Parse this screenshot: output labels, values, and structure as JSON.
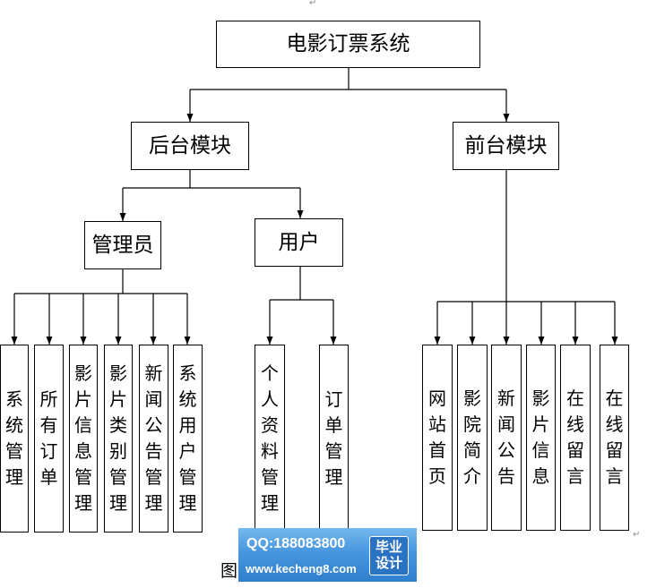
{
  "diagram": {
    "root": {
      "label": "电影订票系统"
    },
    "backend": {
      "label": "后台模块",
      "admin": {
        "label": "管理员",
        "items": [
          "系统管理",
          "所有订单",
          "影片信息管理",
          "影片类别管理",
          "新闻公告管理",
          "系统用户管理"
        ]
      },
      "user": {
        "label": "用户",
        "items": [
          "个人资料管理",
          "订单管理"
        ]
      }
    },
    "frontend": {
      "label": "前台模块",
      "items": [
        "网站首页",
        "影院简介",
        "新闻公告",
        "影片信息",
        "在线留言",
        "在线留言"
      ]
    }
  },
  "caption": "图",
  "paragraph_mark": "↵",
  "watermark": {
    "qq": "QQ:188083800",
    "site": "www.kecheng8.com",
    "tag_lines": [
      "毕业",
      "设计"
    ]
  },
  "colors": {
    "line": "#000000",
    "watermark_bg": "#3b8ad6",
    "watermark_text": "#ffffff"
  }
}
